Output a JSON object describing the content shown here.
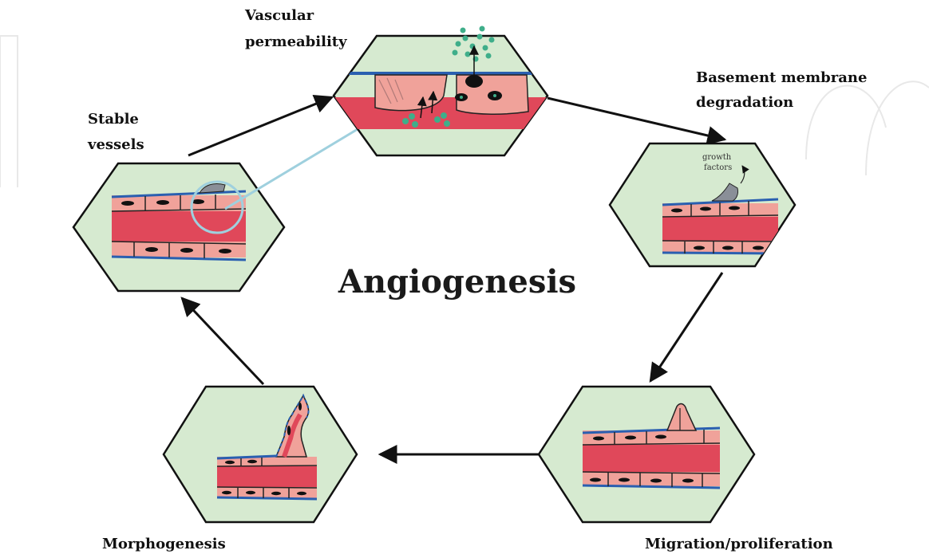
{
  "diagram": {
    "title": "Angiogenesis",
    "stages": [
      {
        "id": "stable",
        "label_lines": [
          "Stable",
          "vessels"
        ]
      },
      {
        "id": "permeability",
        "label_lines": [
          "Vascular",
          "permeability"
        ]
      },
      {
        "id": "degradation",
        "label_lines": [
          "Basement membrane",
          "degradation"
        ]
      },
      {
        "id": "migration",
        "label_lines": [
          "Migration/proliferation"
        ]
      },
      {
        "id": "morphogenesis",
        "label_lines": [
          "Morphogenesis"
        ]
      }
    ],
    "annotation_lines": [
      "growth",
      "factors"
    ],
    "colors": {
      "hexagon_fill": "#d6ead0",
      "hexagon_stroke": "#111111",
      "vessel_wall": "#f0a29a",
      "vessel_lumen": "#e0485a",
      "membrane": "#2a5fb0",
      "nucleus": "#111111",
      "particles": "#3fae8a",
      "callout_line": "#9fd0de",
      "arrow": "#111111"
    }
  }
}
